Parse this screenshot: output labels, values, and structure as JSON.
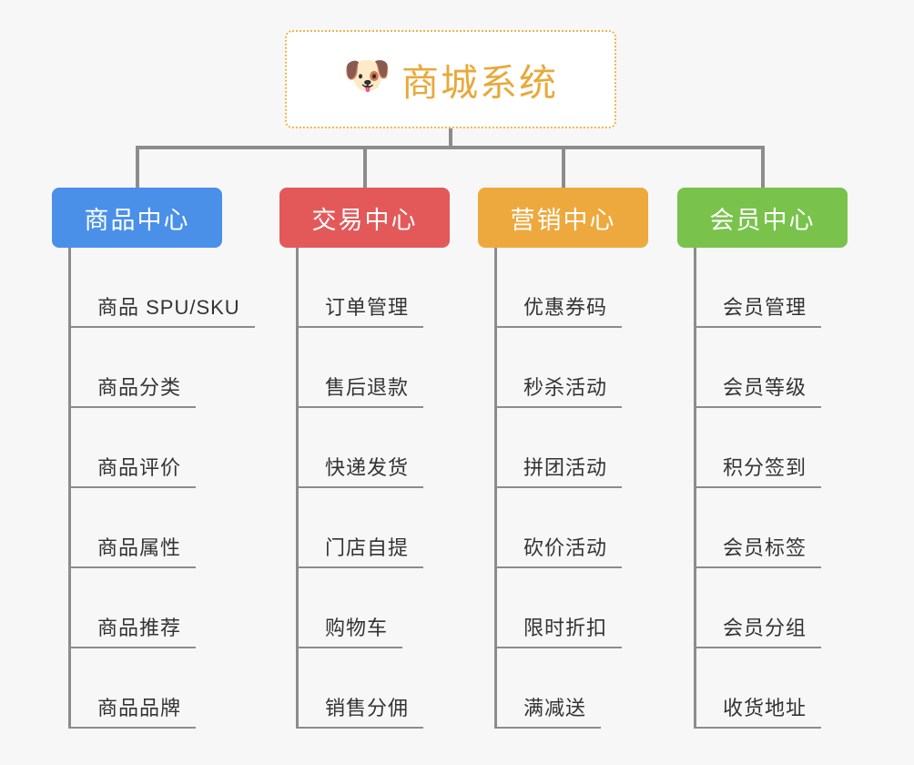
{
  "page": {
    "background": "#f7f7f7",
    "line_color": "#8c8c8c"
  },
  "root": {
    "icon": "dog-face-icon",
    "icon_glyph": "🐶",
    "title": "商城系统",
    "title_color": "#e8a93a",
    "border_color": "#eeb44a",
    "border_style": "dotted"
  },
  "columns": [
    {
      "id": "product-center",
      "title": "商品中心",
      "color": "#4a90e8",
      "items": [
        "商品 SPU/SKU",
        "商品分类",
        "商品评价",
        "商品属性",
        "商品推荐",
        "商品品牌"
      ]
    },
    {
      "id": "trade-center",
      "title": "交易中心",
      "color": "#e3595a",
      "items": [
        "订单管理",
        "售后退款",
        "快递发货",
        "门店自提",
        "购物车",
        "销售分佣"
      ]
    },
    {
      "id": "marketing-center",
      "title": "营销中心",
      "color": "#eda93e",
      "items": [
        "优惠券码",
        "秒杀活动",
        "拼团活动",
        "砍价活动",
        "限时折扣",
        "满减送"
      ]
    },
    {
      "id": "member-center",
      "title": "会员中心",
      "color": "#79c34c",
      "items": [
        "会员管理",
        "会员等级",
        "积分签到",
        "会员标签",
        "会员分组",
        "收货地址"
      ]
    }
  ]
}
